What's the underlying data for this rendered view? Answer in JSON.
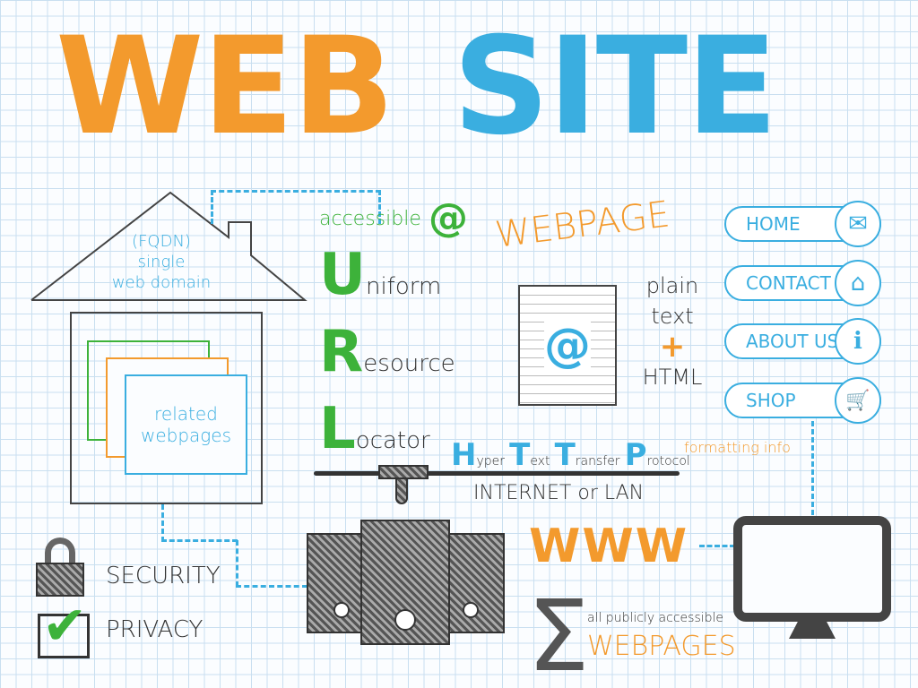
{
  "title": {
    "left": "WEB",
    "right": "SITE"
  },
  "house": {
    "line1": "(FQDN)",
    "line2": "single",
    "line3": "web domain",
    "pages": "related webpages"
  },
  "url": {
    "accessible": "accessible",
    "at": "@",
    "letters": [
      "U",
      "R",
      "L"
    ],
    "words": [
      "niform",
      "esource",
      "ocator"
    ]
  },
  "webpage": {
    "title": "WEBPAGE",
    "doc_symbol": "@",
    "plain": "plain",
    "text": "text",
    "plus": "+",
    "html": "HTML",
    "formatting": "formatting info"
  },
  "http": {
    "letters": [
      "H",
      "T",
      "T",
      "P"
    ],
    "words": [
      "yper",
      "ext",
      "ransfer",
      "rotocol"
    ]
  },
  "network": "INTERNET or LAN",
  "www": "WWW",
  "sigma": {
    "symbol": "Σ",
    "desc": "all publicly accessible",
    "label": "WEBPAGES"
  },
  "security": {
    "security": "SECURITY",
    "privacy": "PRIVACY"
  },
  "nav": [
    {
      "label": "HOME",
      "icon": "envelope-icon",
      "glyph": "✉"
    },
    {
      "label": "CONTACT",
      "icon": "house-icon",
      "glyph": "⌂"
    },
    {
      "label": "ABOUT US",
      "icon": "info-icon",
      "glyph": "i"
    },
    {
      "label": "SHOP",
      "icon": "cart-icon",
      "glyph": "🛒"
    }
  ],
  "colors": {
    "orange": "#f39a2d",
    "blue": "#3aaee0",
    "green": "#3db23a",
    "dark": "#333333"
  }
}
